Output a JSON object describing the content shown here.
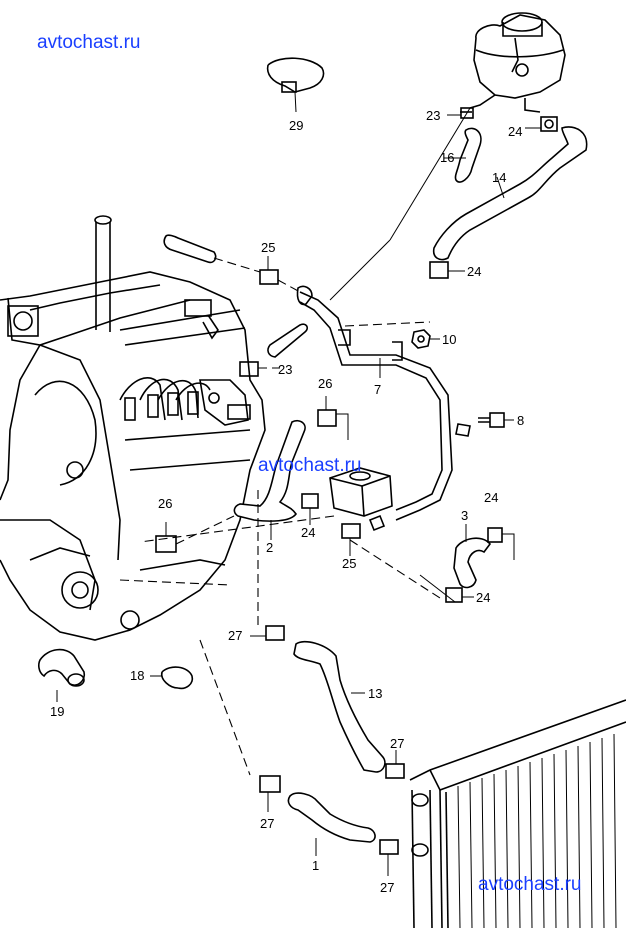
{
  "watermarks": {
    "top": "avtochast.ru",
    "middle": "avtochast.ru",
    "bottom": "avtochast.ru"
  },
  "callouts": {
    "c29": "29",
    "c23a": "23",
    "c24a": "24",
    "c16": "16",
    "c14": "14",
    "c25a": "25",
    "c24b": "24",
    "c10": "10",
    "c23b": "23",
    "c7": "7",
    "c26a": "26",
    "c8": "8",
    "c26b": "26",
    "c2": "2",
    "c24c": "24",
    "c25b": "25",
    "c24d": "24",
    "c3": "3",
    "c24e": "24",
    "c27a": "27",
    "c18": "18",
    "c13": "13",
    "c19": "19",
    "c27b": "27",
    "c27c": "27",
    "c1": "1",
    "c27d": "27"
  }
}
